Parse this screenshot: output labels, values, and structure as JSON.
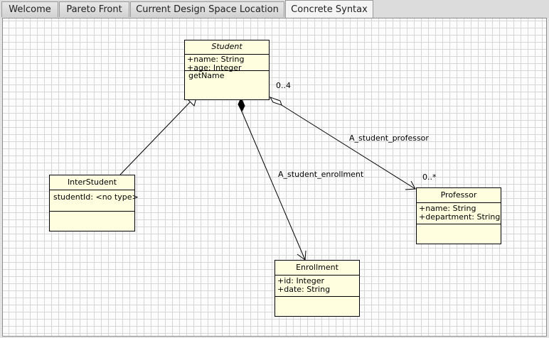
{
  "tabs": [
    {
      "label": "Welcome"
    },
    {
      "label": "Pareto Front"
    },
    {
      "label": "Current Design Space Location"
    },
    {
      "label": "Concrete Syntax"
    }
  ],
  "diagram": {
    "classes": {
      "student": {
        "name": "Student",
        "attributes": [
          "+name: String",
          "+age: Integer"
        ],
        "operations": [
          "getName"
        ]
      },
      "interstudent": {
        "name": "InterStudent",
        "attributes": [
          "studentId: <no type>"
        ],
        "operations": []
      },
      "professor": {
        "name": "Professor",
        "attributes": [
          "+name: String",
          "+department: String"
        ],
        "operations": []
      },
      "enrollment": {
        "name": "Enrollment",
        "attributes": [
          "+id: Integer",
          "+date: String"
        ],
        "operations": []
      }
    },
    "associations": {
      "student_professor": {
        "name": "A_student_professor",
        "source_multiplicity": "0..4",
        "target_multiplicity": "0..*"
      },
      "student_enrollment": {
        "name": "A_student_enrollment"
      }
    }
  }
}
